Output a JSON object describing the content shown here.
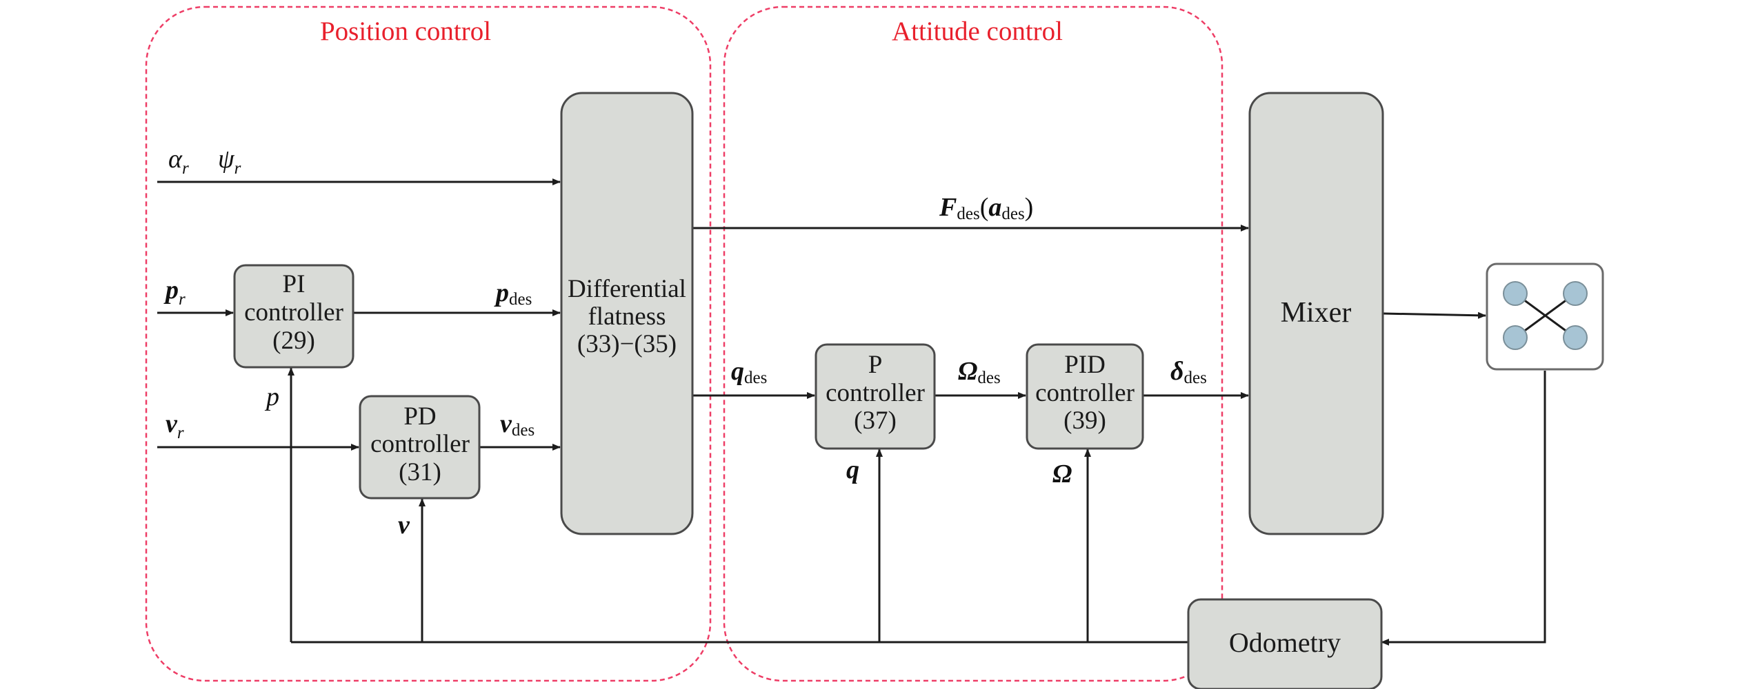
{
  "regions": {
    "position": "Position control",
    "attitude": "Attitude control"
  },
  "blocks": {
    "pi": [
      "PI",
      "controller",
      "(29)"
    ],
    "pd": [
      "PD",
      "controller",
      "(31)"
    ],
    "flatness": [
      "Differential",
      "flatness",
      "(33)−(35)"
    ],
    "p": [
      "P",
      "controller",
      "(37)"
    ],
    "pid": [
      "PID",
      "controller",
      "(39)"
    ],
    "mixer": "Mixer",
    "odometry": "Odometry"
  },
  "signals": {
    "alpha_r": {
      "main": "α",
      "sub": "r"
    },
    "psi_r": {
      "main": "ψ",
      "sub": "r"
    },
    "p_r": {
      "main": "p",
      "sub": "r"
    },
    "v_r": {
      "main": "v",
      "sub": "r"
    },
    "p_fb": "p",
    "v_fb": "v",
    "p_des": {
      "main": "p",
      "sub": "des"
    },
    "v_des": {
      "main": "v",
      "sub": "des"
    },
    "F_des": {
      "main": "F",
      "sub": "des",
      "paren_open": "(",
      "arg": "a",
      "arg_sub": "des",
      "paren_close": ")"
    },
    "q_des": {
      "main": "q",
      "sub": "des"
    },
    "q_fb": "q",
    "Omega_des": {
      "main": "Ω",
      "sub": "des"
    },
    "Omega_fb": "Ω",
    "delta_des": {
      "main": "δ",
      "sub": "des"
    }
  },
  "colors": {
    "region_outline": "#ee3d66",
    "region_title": "#e8202c",
    "block_fill": "#d9dbd7",
    "block_stroke": "#4a4a4a",
    "wire": "#1c1c1c",
    "quad_rotor": "#a7c4d4"
  },
  "icons": {
    "plant": "quadrotor-icon"
  }
}
